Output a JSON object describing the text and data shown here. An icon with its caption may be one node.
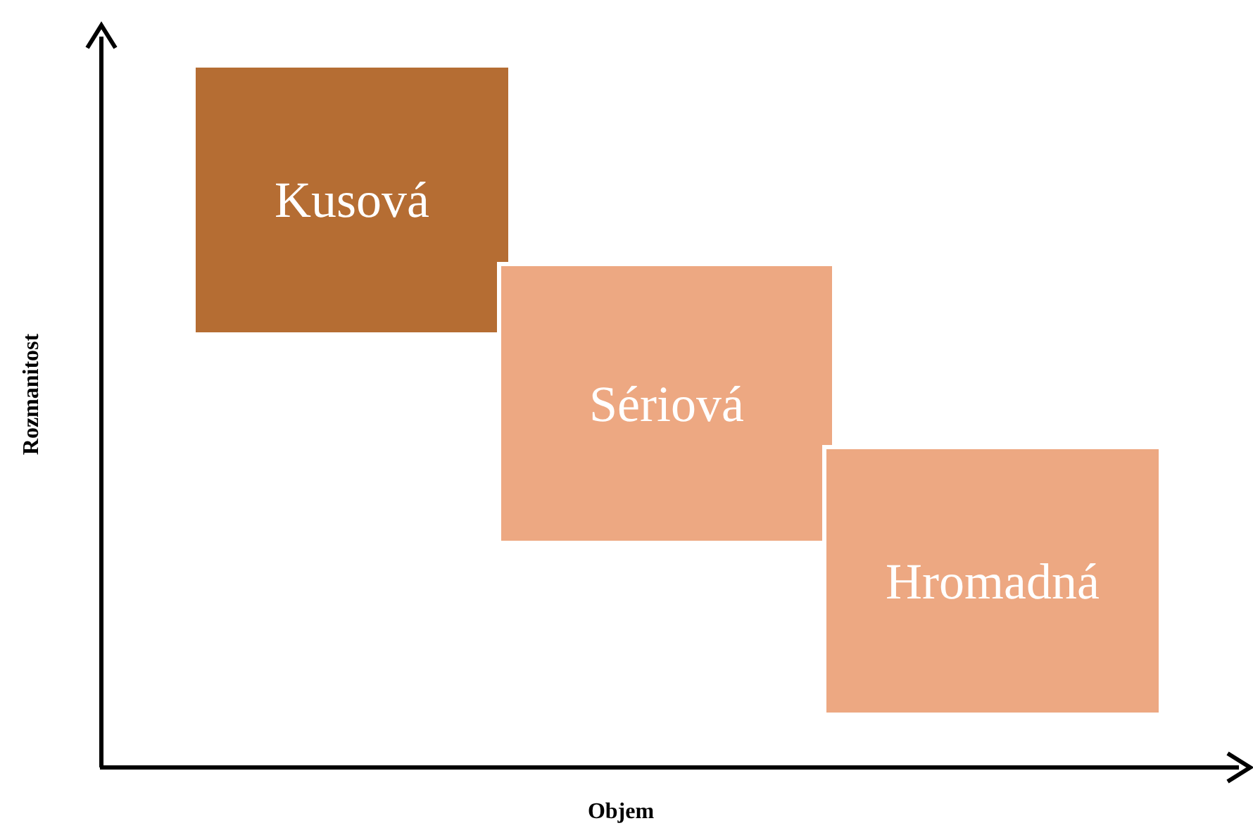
{
  "diagram": {
    "nodes": [
      {
        "text": [
          "Kusová"
        ]
      },
      {
        "text": [
          "Sériová"
        ]
      },
      {
        "text": [
          "Hromadná"
        ]
      }
    ],
    "labels": [
      "Rozmanitost",
      "Objem"
    ]
  }
}
